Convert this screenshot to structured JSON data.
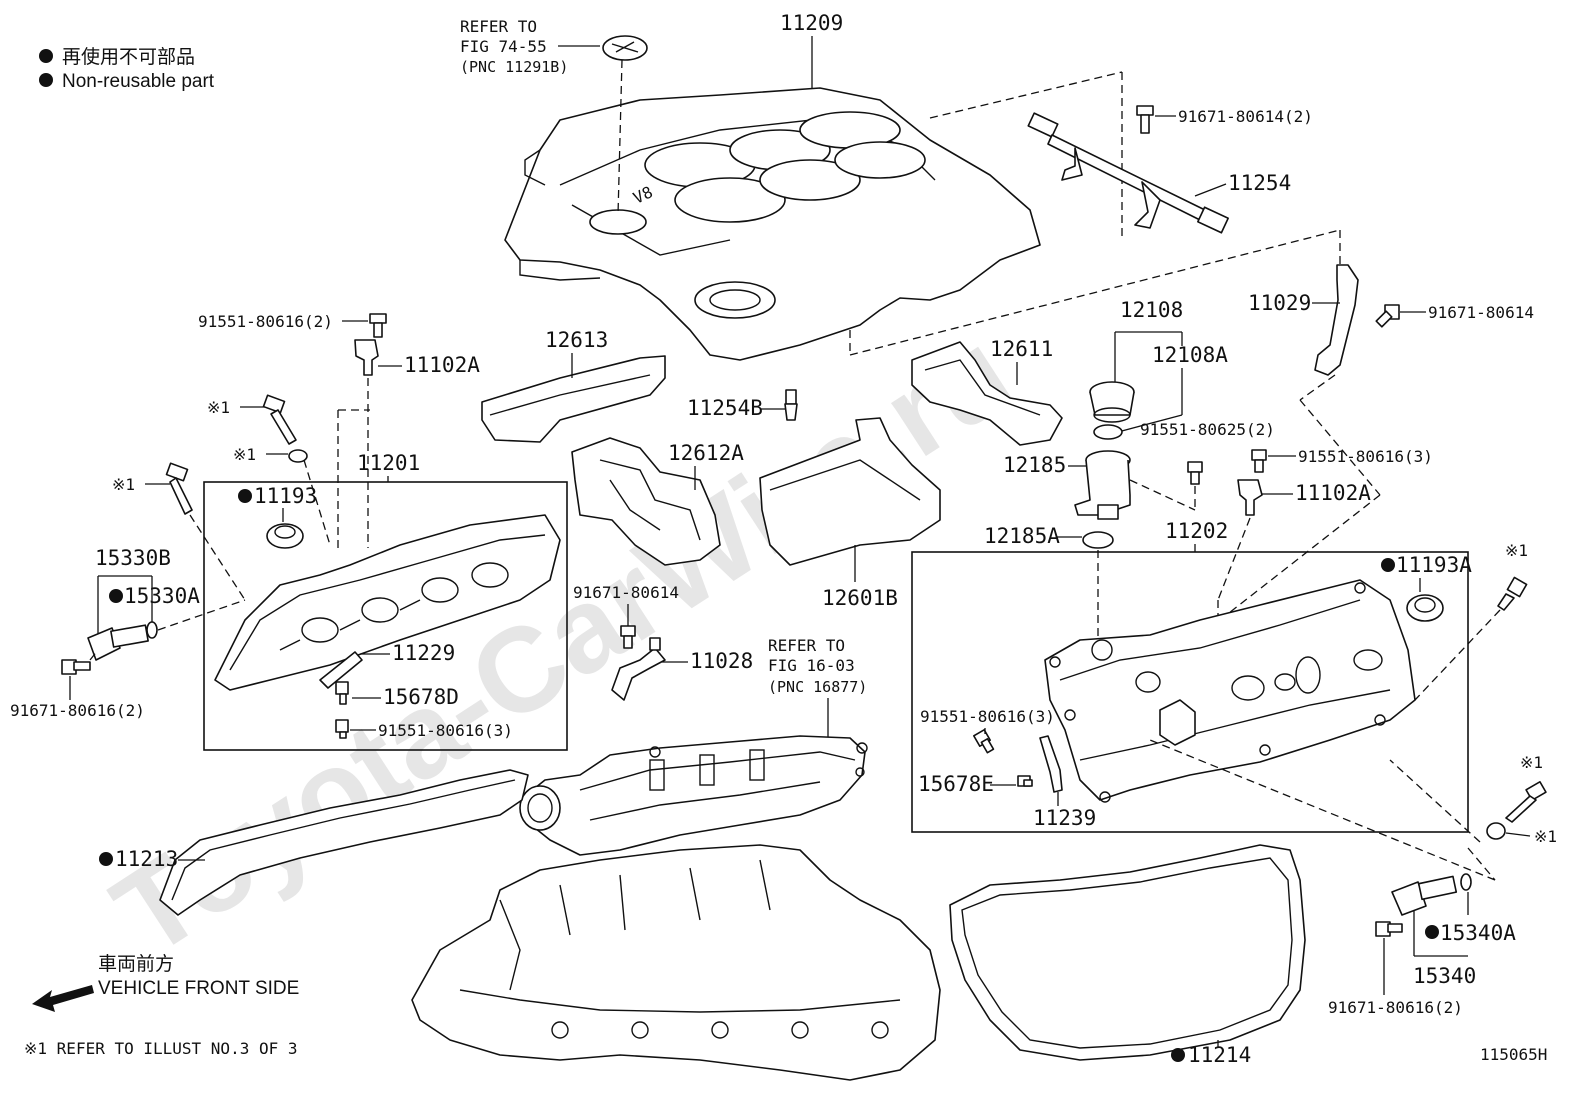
{
  "legend": {
    "jp": "再使用不可部品",
    "en": "Non-reusable part"
  },
  "refers": {
    "r1_l1": "REFER TO",
    "r1_l2": "FIG 74-55",
    "r1_l3": "(PNC 11291B)",
    "r2_l1": "REFER TO",
    "r2_l2": "FIG 16-03",
    "r2_l3": "(PNC 16877)"
  },
  "parts": {
    "p11209": "11209",
    "p91671_80614_2": "91671-80614(2)",
    "p11254": "11254",
    "p11029": "11029",
    "p91671_80614_r": "91671-80614",
    "p91551_80616_2": "91551-80616(2)",
    "p11102A_l": "11102A",
    "p12613": "12613",
    "p12611": "12611",
    "p12108": "12108",
    "p12108A": "12108A",
    "p11254B": "11254B",
    "p91551_80625_2": "91551-80625(2)",
    "p91551_80616_3_r": "91551-80616(3)",
    "p11102A_r": "11102A",
    "p12185": "12185",
    "p12612A": "12612A",
    "p11201": "11201",
    "p11193": "11193",
    "p15330B": "15330B",
    "p15330A": "15330A",
    "p12601B": "12601B",
    "p12185A": "12185A",
    "p11202": "11202",
    "p11193A": "11193A",
    "p91671_80614_m": "91671-80614",
    "p11028": "11028",
    "p11229": "11229",
    "p15678D": "15678D",
    "p91551_80616_3_l": "91551-80616(3)",
    "p91671_80616_2_l": "91671-80616(2)",
    "p91551_80616_3_m": "91551-80616(3)",
    "p15678E": "15678E",
    "p11239": "11239",
    "p11213": "11213",
    "p15340A": "15340A",
    "p15340": "15340",
    "p91671_80616_2_r": "91671-80616(2)",
    "p11214": "11214"
  },
  "note_mark": "※1",
  "front": {
    "jp": "車両前方",
    "en": "VEHICLE FRONT SIDE"
  },
  "footnote": "※1 REFER TO ILLUST NO.3 OF 3",
  "code": "115065H",
  "watermark": "Toyota-CarWire.ru",
  "colors": {
    "ink": "#111111",
    "paper": "#ffffff",
    "watermark": "#e6e6e6"
  }
}
